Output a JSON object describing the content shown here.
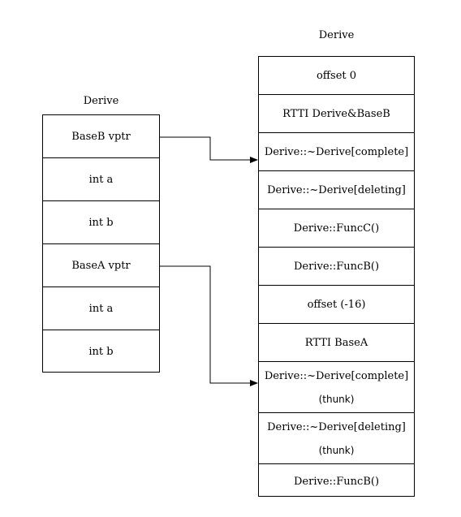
{
  "left_table": {
    "title": "Derive",
    "rows": [
      "BaseB vptr",
      "int a",
      "int b",
      "BaseA vptr",
      "int a",
      "int b"
    ]
  },
  "right_table": {
    "title": "Derive",
    "rows": [
      {
        "line1": "offset 0",
        "line2": ""
      },
      {
        "line1": "RTTI Derive&BaseB",
        "line2": ""
      },
      {
        "line1": "Derive::~Derive[complete]",
        "line2": ""
      },
      {
        "line1": "Derive::~Derive[deleting]",
        "line2": ""
      },
      {
        "line1": "Derive::FuncC()",
        "line2": ""
      },
      {
        "line1": "Derive::FuncB()",
        "line2": ""
      },
      {
        "line1": "offset (-16)",
        "line2": ""
      },
      {
        "line1": "RTTI BaseA",
        "line2": ""
      },
      {
        "line1": "Derive::~Derive[complete]",
        "line2": "(thunk)"
      },
      {
        "line1": "Derive::~Derive[deleting]",
        "line2": "(thunk)"
      },
      {
        "line1": "Derive::FuncB()",
        "line2": ""
      }
    ]
  },
  "colors": {
    "stroke": "#000000",
    "background": "#ffffff"
  }
}
